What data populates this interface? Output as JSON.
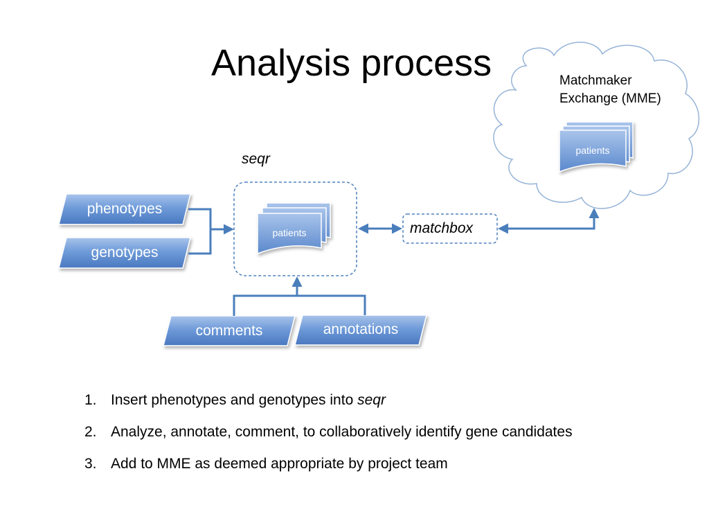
{
  "slide": {
    "title": "Analysis process"
  },
  "diagram": {
    "inputs": {
      "phenotypes": "phenotypes",
      "genotypes": "genotypes",
      "comments": "comments",
      "annotations": "annotations"
    },
    "seqr_label": "seqr",
    "seqr_patients": "patients",
    "matchbox_label": "matchbox",
    "mme": {
      "line1": "Matchmaker",
      "line2": "Exchange (MME)",
      "patients": "patients"
    },
    "colors": {
      "box_fill": "#4f81bd",
      "box_fill_light": "#8db3e2",
      "arrow": "#4a7ebb",
      "dashed_border": "#4f81bd",
      "cloud_border": "#95b3d7"
    }
  },
  "steps": [
    {
      "number": "1.",
      "text": "Insert phenotypes and genotypes into ",
      "emphasis": "seqr"
    },
    {
      "number": "2.",
      "text": "Analyze, annotate, comment, to collaboratively identify gene candidates",
      "emphasis": ""
    },
    {
      "number": "3.",
      "text": "Add to MME as deemed appropriate by project team",
      "emphasis": ""
    }
  ]
}
